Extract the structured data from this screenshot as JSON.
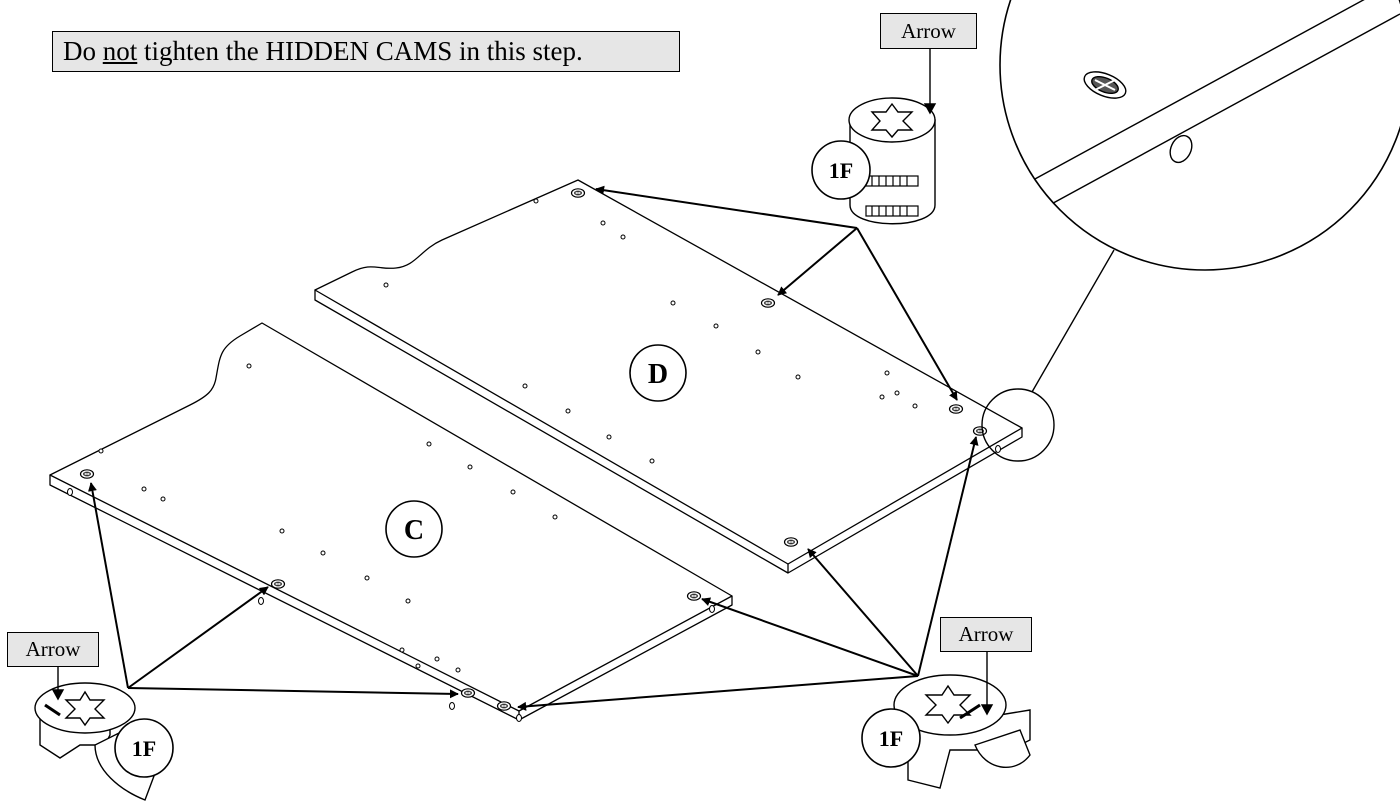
{
  "instruction": {
    "prefix": "Do ",
    "emphasis": "not",
    "suffix": " tighten the HIDDEN CAMS in this step."
  },
  "panels": {
    "c_label": "C",
    "d_label": "D"
  },
  "parts": {
    "cam_label": "1F",
    "arrow_tag": "Arrow"
  }
}
